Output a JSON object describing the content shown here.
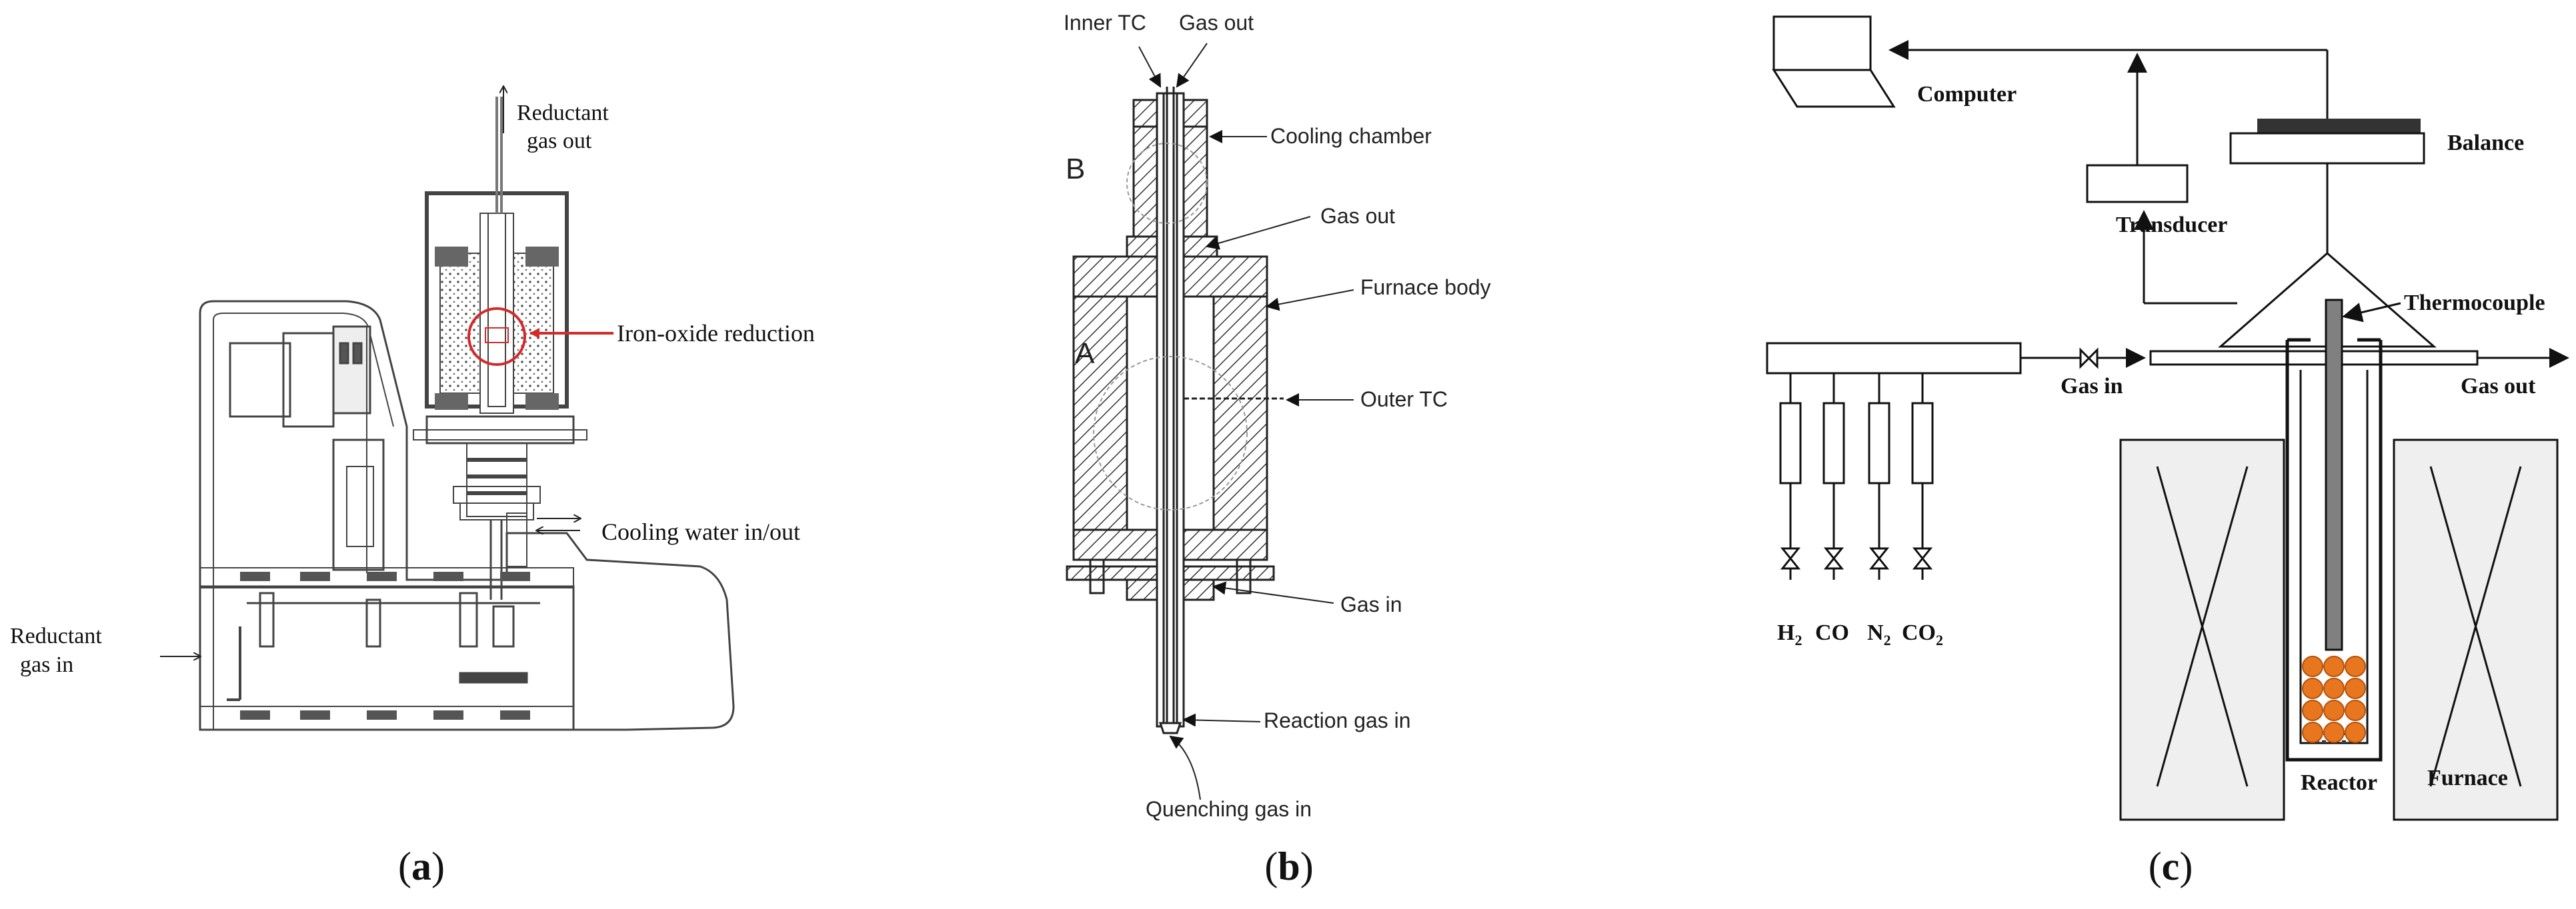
{
  "panel_a": {
    "caption_open": "(",
    "caption_letter": "a",
    "caption_close": ")",
    "reductant_out_1": "Reductant",
    "reductant_out_2": "gas out",
    "iron_oxide": "Iron-oxide reduction",
    "cooling_water": "Cooling water in/out",
    "reductant_in_1": "Reductant",
    "reductant_in_2": "gas in",
    "label_colors": {
      "highlight": "#d42a2a"
    }
  },
  "panel_b": {
    "caption_open": "(",
    "caption_letter": "b",
    "caption_close": ")",
    "inner_tc": "Inner TC",
    "gas_out_top": "Gas out",
    "cooling_chamber": "Cooling chamber",
    "gas_out_mid": "Gas out",
    "furnace_body": "Furnace body",
    "outer_tc": "Outer TC",
    "gas_in": "Gas in",
    "reaction_gas_in": "Reaction gas in",
    "quenching_gas_in": "Quenching gas in",
    "zone_a": "A",
    "zone_b": "B"
  },
  "panel_c": {
    "caption_open": "(",
    "caption_letter": "c",
    "caption_close": ")",
    "computer": "Computer",
    "balance": "Balance",
    "transducer": "Transducer",
    "thermocouple": "Thermocouple",
    "gas_in": "Gas in",
    "gas_out": "Gas out",
    "reactor": "Reactor",
    "furnace": "Furnace",
    "gases": [
      {
        "base": "H",
        "sub": "2"
      },
      {
        "base": "CO",
        "sub": ""
      },
      {
        "base": "N",
        "sub": "2"
      },
      {
        "base": "CO",
        "sub": "2"
      }
    ],
    "colors": {
      "pellet": "#e8761e",
      "pellet_edge": "#b2520c",
      "thermocouple_rod": "#808080",
      "balance_top": "#333333"
    }
  }
}
